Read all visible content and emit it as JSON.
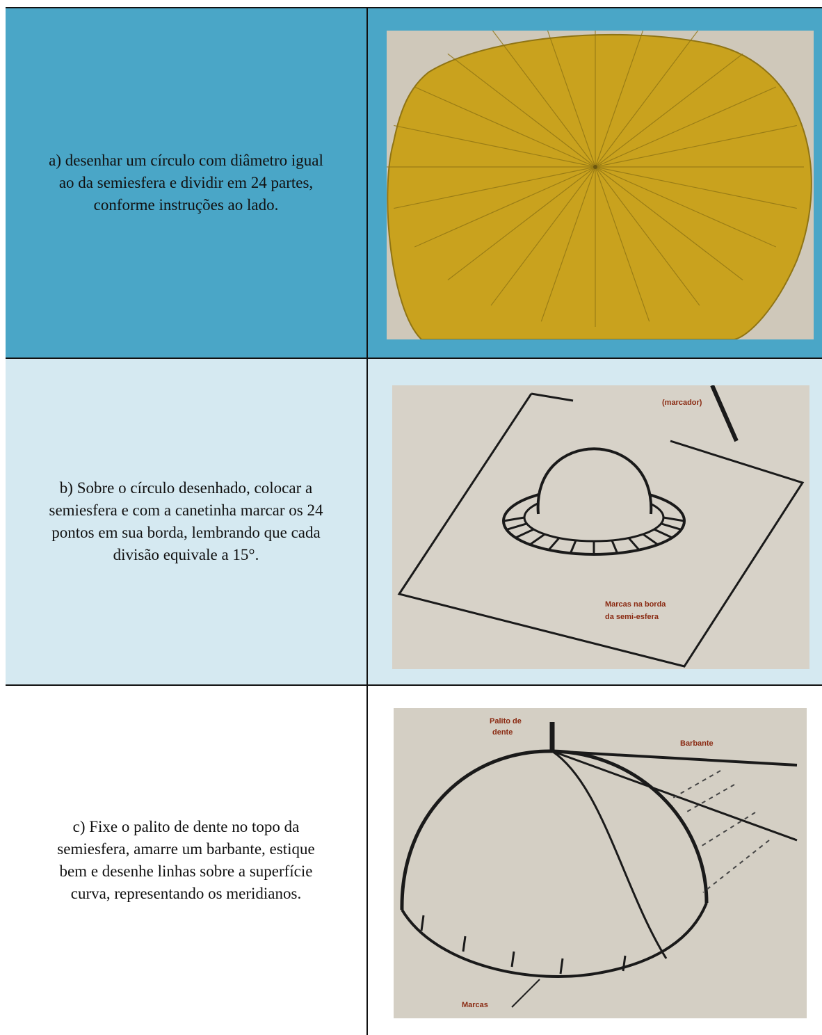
{
  "steps": [
    {
      "text": "a) desenhar um círculo com diâmetro igual\nao da semiesfera e dividir em 24 partes,\nconforme instruções ao lado.",
      "background": "#4aa6c7"
    },
    {
      "text": "b) Sobre o círculo desenhado, colocar a\nsemiesfera e com a canetinha marcar os 24\npontos em sua borda, lembrando que cada\ndivisão equivale a 15°.",
      "background": "#d5e9f1",
      "figure_labels": {
        "marker": "(marcador)",
        "edge_marks_line1": "Marcas na borda",
        "edge_marks_line2": "da semi-esfera"
      }
    },
    {
      "text": "c) Fixe o palito de dente no topo da\nsemiesfera, amarre um barbante, estique\nbem e desenhe linhas sobre a superfície\ncurva, representando os meridianos.",
      "background": "#ffffff",
      "figure_labels": {
        "toothpick_line1": "Palito de",
        "toothpick_line2": "dente",
        "string": "Barbante",
        "marks": "Marcas"
      }
    }
  ]
}
